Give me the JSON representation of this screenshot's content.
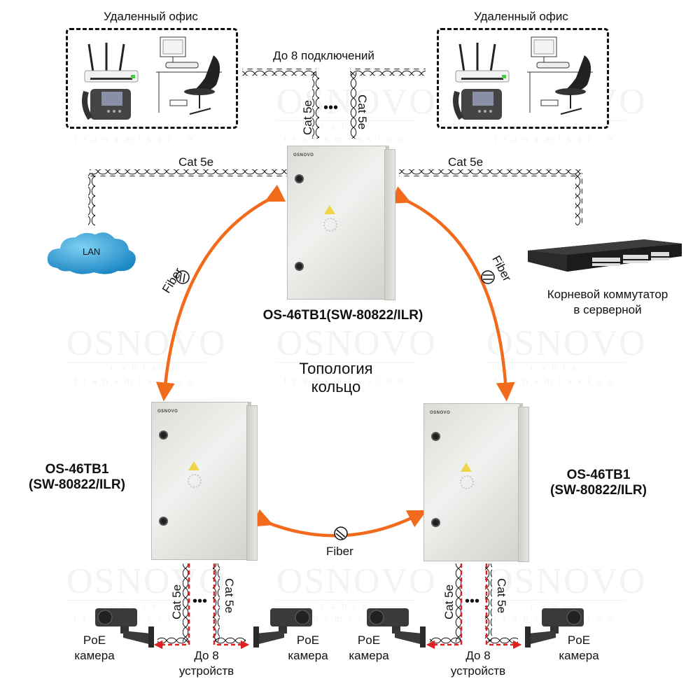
{
  "diagram": {
    "title_line1": "Топология",
    "title_line2": "кольцо",
    "accent_color": "#f26b1d",
    "cable_color": "#111111",
    "dashed_arrow_color": "#e02020",
    "watermark": {
      "brand": "OSNOVO",
      "tagline": "cable transmission"
    }
  },
  "offices": [
    {
      "label": "Удаленный офис",
      "devices": [
        "router-icon",
        "ip-phone-icon",
        "workstation-icon"
      ]
    },
    {
      "label": "Удаленный офис",
      "devices": [
        "router-icon",
        "ip-phone-icon",
        "workstation-icon"
      ]
    }
  ],
  "top_links": {
    "label": "До 8 подключений",
    "cable_left": "Cat 5e",
    "cable_right": "Cat 5e",
    "ellipsis": "•••"
  },
  "lan": {
    "label": "LAN",
    "cable": "Cat 5e"
  },
  "root_switch": {
    "label_line1": "Корневой коммутатор",
    "label_line2": "в серверной",
    "cable": "Cat 5e"
  },
  "nodes": {
    "top": {
      "label": "OS-46TB1(SW-80822/ILR)",
      "logo": "OSNOVO"
    },
    "left": {
      "label_line1": "OS-46TB1",
      "label_line2": "(SW-80822/ILR)",
      "logo": "OSNOVO"
    },
    "right": {
      "label_line1": "OS-46TB1",
      "label_line2": "(SW-80822/ILR)",
      "logo": "OSNOVO"
    }
  },
  "fiber_links": [
    {
      "label": "Fiber",
      "from": "top",
      "to": "left"
    },
    {
      "label": "Fiber",
      "from": "top",
      "to": "right"
    },
    {
      "label": "Fiber",
      "from": "left",
      "to": "right"
    }
  ],
  "camera_groups": [
    {
      "cable_left": "Cat 5e",
      "cable_right": "Cat 5e",
      "ellipsis": "•••",
      "count_line1": "До 8",
      "count_line2": "устройств",
      "camera_left": {
        "line1": "PoE",
        "line2": "камера"
      },
      "camera_right": {
        "line1": "PoE",
        "line2": "камера"
      }
    },
    {
      "cable_left": "Cat 5e",
      "cable_right": "Cat 5e",
      "ellipsis": "•••",
      "count_line1": "До 8",
      "count_line2": "устройств",
      "camera_left": {
        "line1": "PoE",
        "line2": "камера"
      },
      "camera_right": {
        "line1": "PoE",
        "line2": "камера"
      }
    }
  ]
}
